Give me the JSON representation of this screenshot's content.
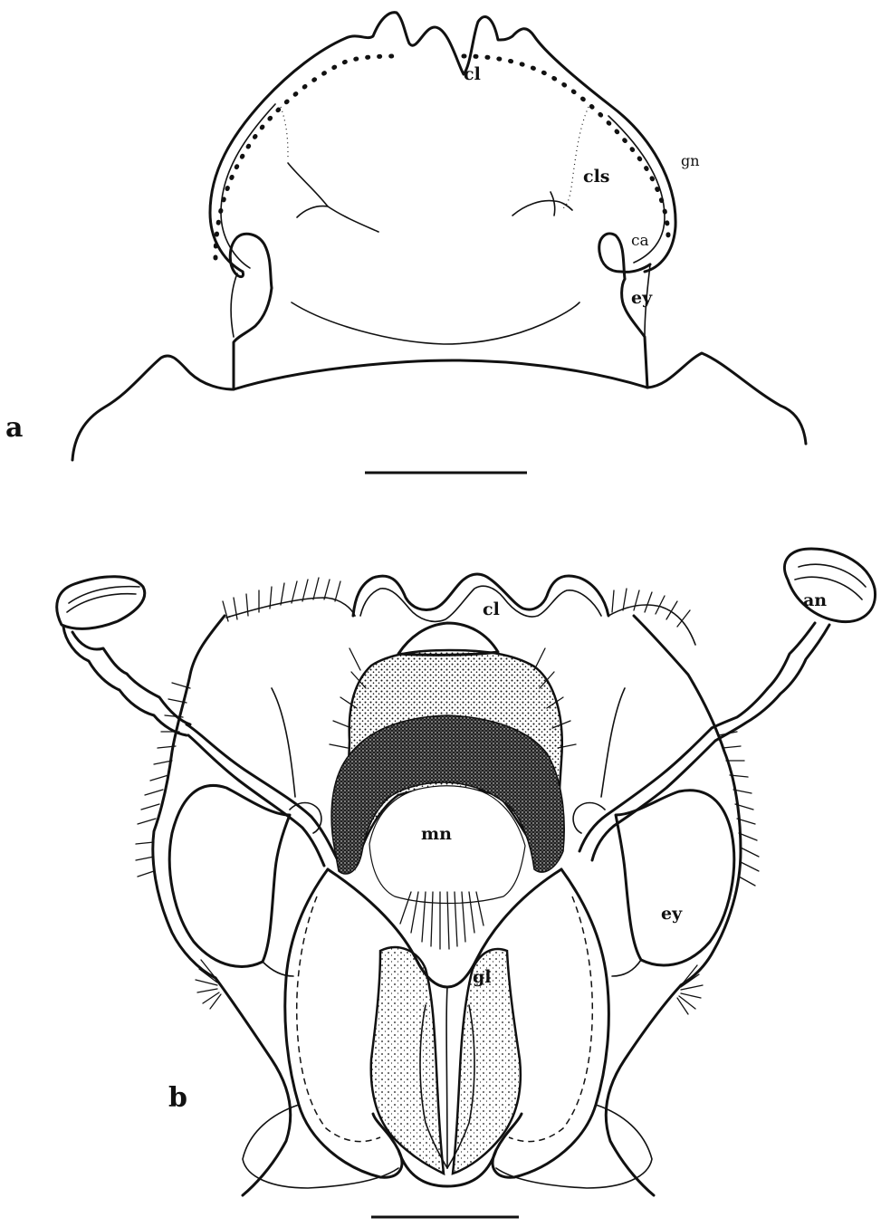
{
  "figure": {
    "panels": [
      {
        "id": "a",
        "letter": "a",
        "labels": {
          "cl": "cl",
          "cls": "cls",
          "gn": "gn",
          "ca": "ca",
          "ey": "ey"
        }
      },
      {
        "id": "b",
        "letter": "b",
        "labels": {
          "cl": "cl",
          "an": "an",
          "mn": "mn",
          "ey": "ey",
          "gl": "gl"
        }
      }
    ]
  }
}
